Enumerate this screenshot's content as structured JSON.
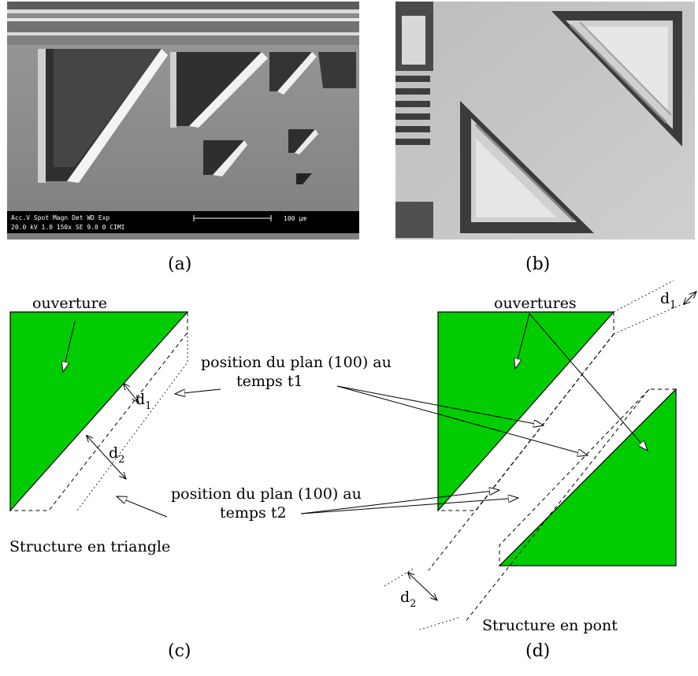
{
  "panels": {
    "a": {
      "caption": "(a)"
    },
    "b": {
      "caption": "(b)"
    },
    "c": {
      "caption": "(c)"
    },
    "d": {
      "caption": "(d)"
    }
  },
  "sem_bar": {
    "row1": "Acc.V  Spot Magn     Det  WD  Exp",
    "row2": "20.0 kV  1.0   150x      SE   9.0   0      CIMI",
    "scale": "100 µm"
  },
  "labels": {
    "ouverture": "ouverture",
    "ouvertures": "ouvertures",
    "pos_t1_line1": "position du plan (100) au",
    "pos_t1_line2": "temps t1",
    "pos_t2_line1": "position du plan (100) au",
    "pos_t2_line2": "temps t2",
    "structure_triangle": "Structure en triangle",
    "structure_pont": "Structure en pont",
    "d1": "d",
    "d1_sub": "1",
    "d2": "d",
    "d2_sub": "2"
  },
  "colors": {
    "fill_green": "#00cc00",
    "stroke": "#000000"
  }
}
